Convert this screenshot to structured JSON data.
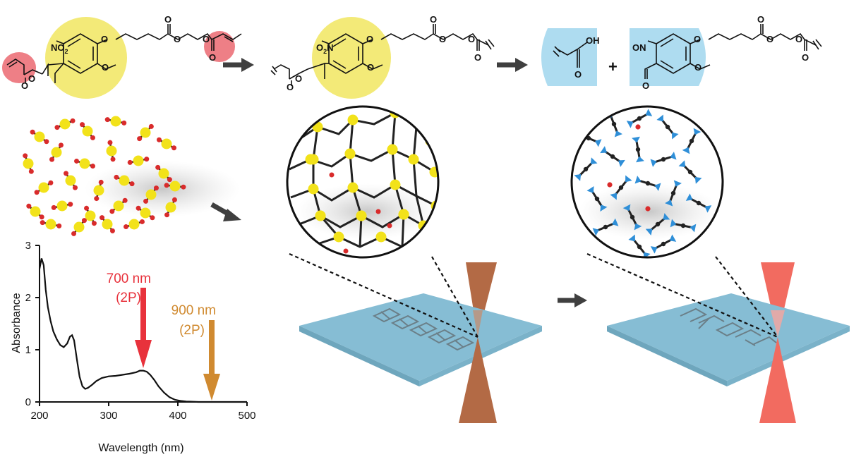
{
  "colors": {
    "photolabile_group": "#f3ea78",
    "acrylate_group": "#ee7f86",
    "cleaved_fragment": "#aedcf0",
    "node_yellow": "#f2e21a",
    "node_red": "#d92b2b",
    "node_blue": "#2f8fd8",
    "slide": "#86bdd4",
    "beam_900": "#b36a45",
    "beam_700": "#f26b60",
    "arrow_700": "#e8323c",
    "arrow_900": "#d08a30"
  },
  "molecule1": {
    "labels": {
      "nitro": "NO",
      "nitro_sub": "2",
      "o1": "O",
      "o2": "O",
      "o3": "O",
      "o4": "O",
      "o5": "O",
      "o6": "O",
      "o7": "O",
      "o8": "O"
    }
  },
  "molecule2": {
    "labels": {
      "nitro": "O",
      "nitro_sub": "2",
      "nitro_n": "N",
      "o1": "O",
      "o2": "O",
      "o3": "O",
      "o4": "O",
      "o5": "O",
      "o6": "O",
      "o7": "O",
      "o8": "O"
    }
  },
  "products": {
    "acid_oh": "OH",
    "acid_o": "O",
    "plus": "+",
    "nitroso": "ON",
    "ketone_o": "O",
    "o1": "O",
    "o2": "O",
    "o3": "O",
    "o4": "O",
    "o5": "O",
    "o6": "O"
  },
  "annotations": {
    "arrow_700_line1": "700 nm",
    "arrow_700_line2": "(2P)",
    "arrow_900_line1": "900 nm",
    "arrow_900_line2": "(2P)"
  },
  "chart_data": {
    "type": "line",
    "title": "",
    "xlabel": "Wavelength (nm)",
    "ylabel": "Absorbance",
    "xlim": [
      200,
      500
    ],
    "ylim": [
      0,
      3
    ],
    "xticks": [
      "200",
      "300",
      "400",
      "500"
    ],
    "yticks": [
      "0",
      "1",
      "2",
      "3"
    ],
    "series": [
      {
        "x": [
          200,
          203,
          206,
          209,
          212,
          216,
          220,
          225,
          230,
          235,
          240,
          244,
          247,
          250,
          254,
          258,
          262,
          266,
          270,
          276,
          282,
          290,
          300,
          310,
          320,
          330,
          340,
          345,
          350,
          355,
          360,
          366,
          372,
          380,
          388,
          396,
          404,
          412,
          420,
          430,
          450,
          475,
          500
        ],
        "y": [
          2.55,
          2.75,
          2.62,
          2.15,
          1.82,
          1.55,
          1.35,
          1.2,
          1.09,
          1.05,
          1.12,
          1.25,
          1.28,
          1.18,
          0.82,
          0.48,
          0.3,
          0.25,
          0.27,
          0.33,
          0.4,
          0.46,
          0.49,
          0.5,
          0.52,
          0.54,
          0.57,
          0.6,
          0.6,
          0.58,
          0.52,
          0.42,
          0.3,
          0.18,
          0.09,
          0.04,
          0.02,
          0.01,
          0.005,
          0.0,
          0.0,
          0.0,
          0.0
        ]
      }
    ]
  }
}
